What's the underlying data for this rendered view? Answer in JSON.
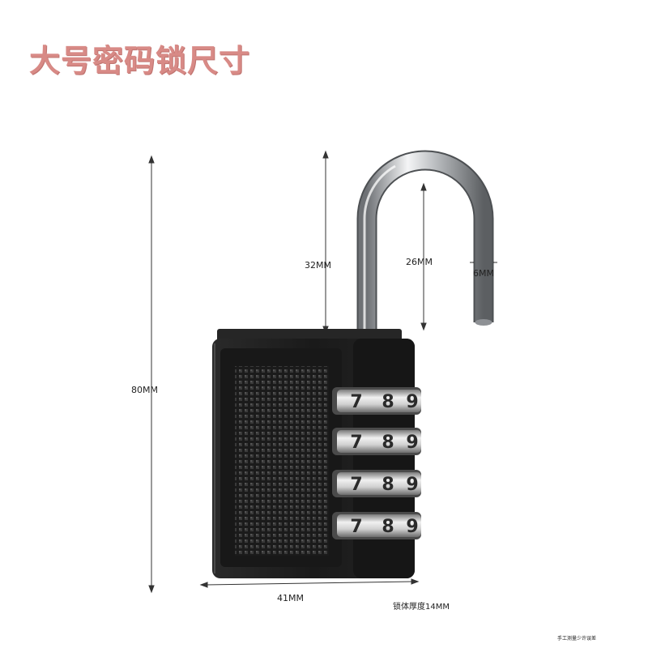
{
  "title": "大号密码锁尺寸",
  "dimensions": {
    "total_height": "80MM",
    "shackle_height": "32MM",
    "shackle_inner_height": "26MM",
    "shackle_diameter": "6MM",
    "body_width": "41MM"
  },
  "body_thickness_note": "锁体厚度14MM",
  "measurement_note": "手工测量少许误差",
  "dials": [
    [
      "7",
      "8",
      "9"
    ],
    [
      "7",
      "8",
      "9"
    ],
    [
      "7",
      "8",
      "9"
    ],
    [
      "7",
      "8",
      "9"
    ]
  ],
  "colors": {
    "title": "#d88a86",
    "lock_body": "#1c1c1c",
    "shackle": "#b9bcc0",
    "dial": "#c9c9c9"
  }
}
